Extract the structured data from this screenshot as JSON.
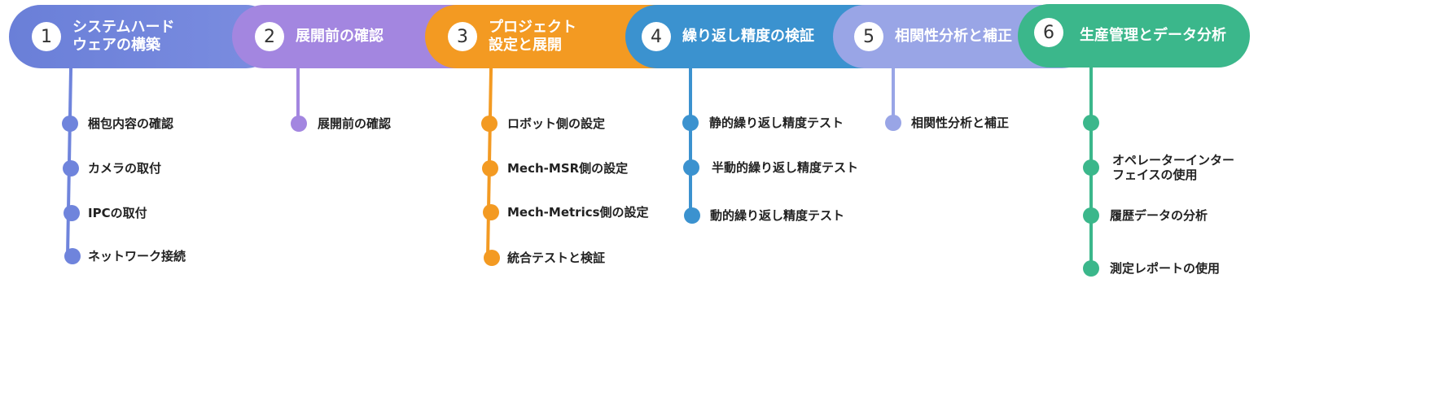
{
  "colors": {
    "s1": "#6f84dc",
    "s2": "#a386e0",
    "s3": "#f39a22",
    "s4": "#3b92cf",
    "s5": "#99a5e6",
    "s6": "#3bb78b"
  },
  "steps": [
    {
      "num": "1",
      "title": "システムハード\nウェアの構築",
      "items": [
        "梱包内容の確認",
        "カメラの取付",
        "IPCの取付",
        "ネットワーク接続"
      ]
    },
    {
      "num": "2",
      "title": "展開前の確認",
      "items": [
        "展開前の確認"
      ]
    },
    {
      "num": "3",
      "title": "プロジェクト\n設定と展開",
      "items": [
        "ロボット側の設定",
        "Mech-MSR側の設定",
        "Mech-Metrics側の設定",
        "統合テストと検証"
      ]
    },
    {
      "num": "4",
      "title": "繰り返し精度の検証",
      "items": [
        "静的繰り返し精度テスト",
        "半動的繰り返し精度テスト",
        "動的繰り返し精度テスト"
      ]
    },
    {
      "num": "5",
      "title": "相関性分析と補正",
      "items": [
        "相関性分析と補正"
      ]
    },
    {
      "num": "6",
      "title": "生産管理とデータ分析",
      "items": [
        "",
        "オペレーターインター\nフェイスの使用",
        "履歴データの分析",
        "測定レポートの使用"
      ]
    }
  ]
}
